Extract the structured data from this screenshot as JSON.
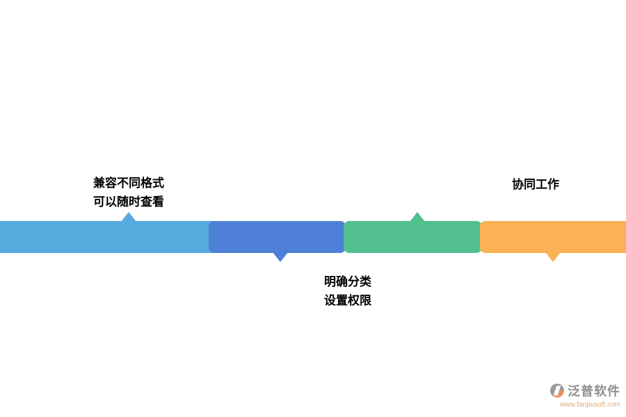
{
  "diagram": {
    "labels": {
      "top_left": {
        "line1": "兼容不同格式",
        "line2": "可以随时查看"
      },
      "bottom_center": {
        "line1": "明确分类",
        "line2": "设置权限"
      },
      "top_right": {
        "line1": "协同工作"
      }
    },
    "segments": [
      {
        "id": "segment-light-blue",
        "color": "#56AADE",
        "pointer": "up"
      },
      {
        "id": "segment-blue",
        "color": "#4E80D8",
        "pointer": "down"
      },
      {
        "id": "segment-green",
        "color": "#52C08E",
        "pointer": "up"
      },
      {
        "id": "segment-orange",
        "color": "#FBB154",
        "pointer": "down"
      }
    ]
  },
  "watermark": {
    "brand": "泛普软件",
    "url": "www.fanpusoft.com",
    "brand_color": "#8f8f8f",
    "url_color": "#E0A878"
  }
}
